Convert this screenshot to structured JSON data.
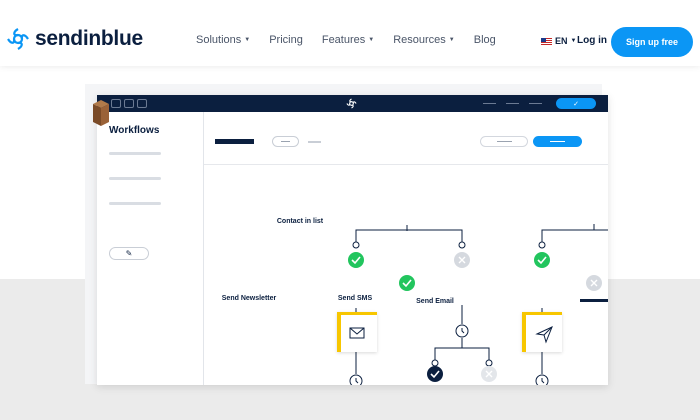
{
  "brand": {
    "name": "sendinblue",
    "color": "#0b96f5",
    "navy": "#0b1f3f"
  },
  "nav": {
    "items": [
      {
        "label": "Solutions",
        "has_caret": true
      },
      {
        "label": "Pricing",
        "has_caret": false
      },
      {
        "label": "Features",
        "has_caret": true
      },
      {
        "label": "Resources",
        "has_caret": true
      },
      {
        "label": "Blog",
        "has_caret": false
      }
    ],
    "language": "EN",
    "login": "Log in",
    "signup": "Sign up free"
  },
  "app": {
    "sidebar_title": "Workflows",
    "nodes": {
      "contact_in_list": "Contact in list",
      "send_newsletter": "Send Newsletter",
      "send_sms": "Send SMS",
      "send_email": "Send Email"
    }
  },
  "colors": {
    "success": "#22c55e",
    "inactive": "#d5d9df",
    "accent_card": "#f7c600"
  },
  "icons": [
    "logo-icon",
    "caret-down-icon",
    "flag-icon",
    "check-icon",
    "cross-icon",
    "envelope-icon",
    "paper-plane-icon",
    "clock-icon",
    "pencil-icon"
  ]
}
